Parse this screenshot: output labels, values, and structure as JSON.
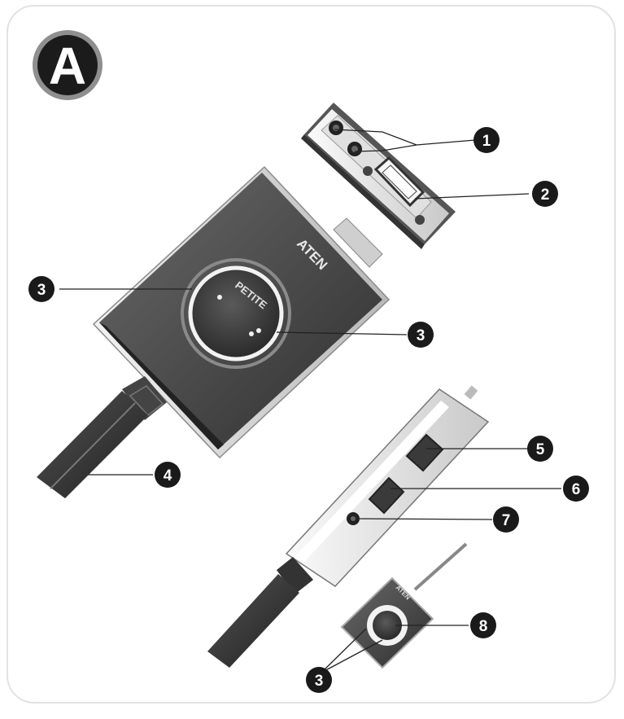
{
  "figure": {
    "panel_label": "A",
    "brand_main": "ATEN",
    "brand_knob": "PETITE",
    "brand_remote": "ATEN"
  },
  "callouts": [
    {
      "id": "c1",
      "number": "1"
    },
    {
      "id": "c2",
      "number": "2"
    },
    {
      "id": "c3a",
      "number": "3"
    },
    {
      "id": "c3b",
      "number": "3"
    },
    {
      "id": "c4",
      "number": "4"
    },
    {
      "id": "c5",
      "number": "5"
    },
    {
      "id": "c6",
      "number": "6"
    },
    {
      "id": "c7",
      "number": "7"
    },
    {
      "id": "c8",
      "number": "8"
    },
    {
      "id": "c3c",
      "number": "3"
    }
  ],
  "colors": {
    "body_dark": "#4a4a4a",
    "body_light": "#d9d9d9",
    "callout_fill": "#1a1a1a",
    "ring": "#e8e8e8",
    "badge_ring": "#9a9a9a"
  }
}
